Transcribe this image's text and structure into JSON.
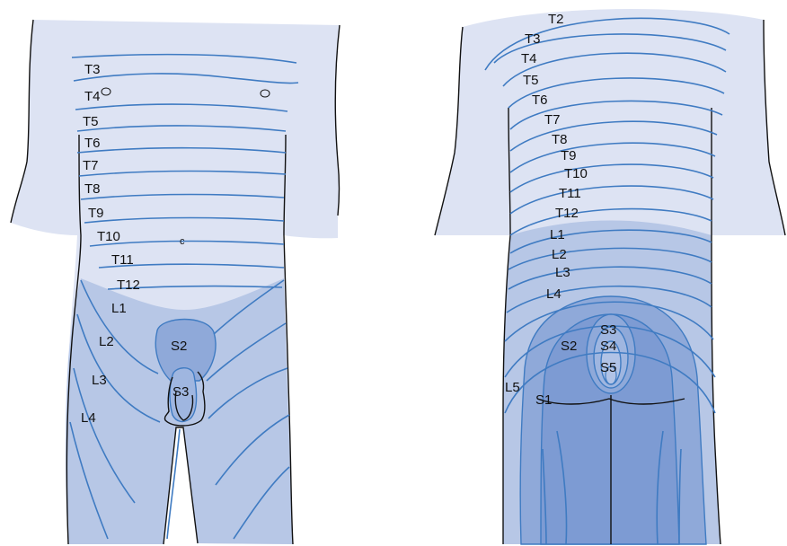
{
  "front_view": {
    "thoracic_labels": [
      "T3",
      "T4",
      "T5",
      "T6",
      "T7",
      "T8",
      "T9",
      "T10",
      "T11",
      "T12"
    ],
    "lumbar_labels": [
      "L1",
      "L2",
      "L3",
      "L4"
    ],
    "sacral_labels": [
      "S2",
      "S3"
    ],
    "umbilicus_mark": "c"
  },
  "back_view": {
    "thoracic_labels": [
      "T2",
      "T3",
      "T4",
      "T5",
      "T6",
      "T7",
      "T8",
      "T9",
      "T10",
      "T11",
      "T12"
    ],
    "lumbar_labels": [
      "L1",
      "L2",
      "L3",
      "L4",
      "L5"
    ],
    "sacral_labels": [
      "S1",
      "S2",
      "S3",
      "S4",
      "S5"
    ]
  },
  "colors": {
    "skin_light": "#dde3f3",
    "lumbar_shade": "#b7c7e6",
    "sacral_shade": "#8fa9d9",
    "sacral_inner": "#7d9bd3",
    "dermatome_line": "#3f7bc2",
    "outline": "#111111"
  }
}
